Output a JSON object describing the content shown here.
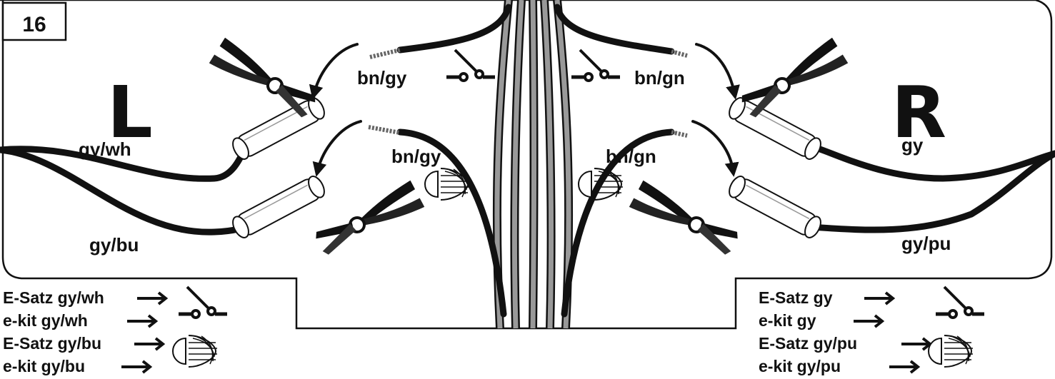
{
  "step_number": "16",
  "left": {
    "side_letter": "L",
    "top_wire_label": "gy/wh",
    "bottom_wire_label": "gy/bu",
    "switch_wire_label": "bn/gy",
    "lamp_wire_label": "bn/gy"
  },
  "right": {
    "side_letter": "R",
    "top_wire_label": "gy",
    "bottom_wire_label": "gy/pu",
    "switch_wire_label": "bn/gn",
    "lamp_wire_label": "bn/gn"
  },
  "legend_left": [
    "E-Satz gy/wh",
    "e-kit gy/wh",
    "E-Satz gy/bu",
    "e-kit gy/bu"
  ],
  "legend_right": [
    "E-Satz gy",
    "e-kit gy",
    "E-Satz gy/pu",
    "e-kit gy/pu"
  ],
  "icons": [
    "pliers-icon",
    "switch-icon",
    "fog-lamp-icon",
    "butt-connector-icon",
    "arrow-icon"
  ]
}
